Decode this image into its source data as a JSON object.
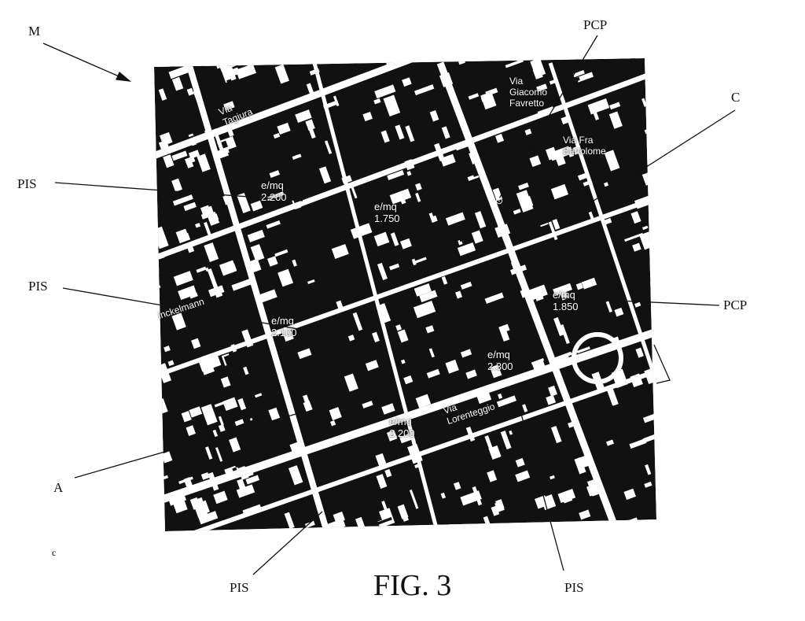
{
  "figure": {
    "caption": "FIG. 3",
    "stray_mark": "c",
    "refs": {
      "map": "M",
      "pcp_top": "PCP",
      "c": "C",
      "pis_1": "PIS",
      "pis_2": "PIS",
      "pcp_right": "PCP",
      "a": "A",
      "pis_bottom_left": "PIS",
      "pis_bottom_right": "PIS"
    }
  },
  "map": {
    "streets": [
      "Via Tagiura",
      "Via Giacomo Favretto",
      "Via Fra Bartolome",
      "inckelmann",
      "Via Lorenteggio"
    ],
    "price_labels": [
      "e/mq 2.200",
      "e/mq 1.750",
      "e/mq 1.850",
      "e/mq 2.100",
      "e/mq 2.300",
      "e/mq 2.200"
    ]
  }
}
